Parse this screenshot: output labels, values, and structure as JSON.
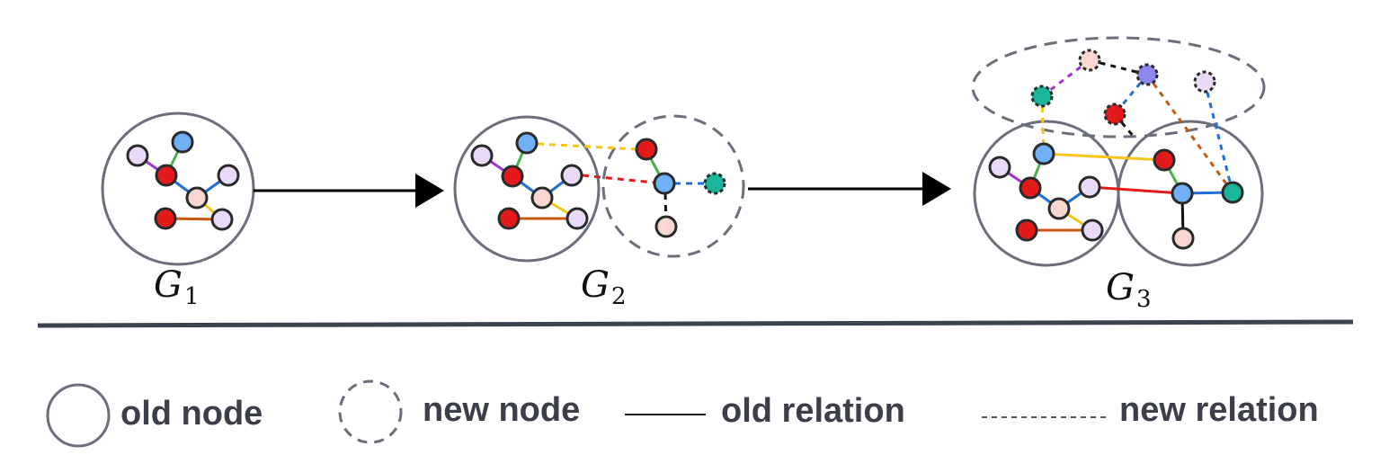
{
  "graphs": [
    {
      "name": "G",
      "subscript": "1"
    },
    {
      "name": "G",
      "subscript": "2"
    },
    {
      "name": "G",
      "subscript": "3"
    }
  ],
  "legend": {
    "old_node": "old node",
    "new_node": "new node",
    "old_relation": "old relation",
    "new_relation": "new relation"
  },
  "colors": {
    "circle_border": "#6b6f7b",
    "node_stroke": "#2a2a2a",
    "lavender": "#ead9f7",
    "blue": "#6fb0f6",
    "red": "#e41919",
    "peach": "#f9d7d0",
    "teal": "#1ab59a",
    "purple": "#8f87f0",
    "edge_green": "#4caf50",
    "edge_purple": "#a033d6",
    "edge_blue": "#1f6fd6",
    "edge_orange": "#c65a12",
    "edge_yellow": "#f5c518",
    "edge_red": "#e21b1b",
    "edge_black": "#111111",
    "separator": "#3c4350",
    "arrow": "#000000"
  }
}
